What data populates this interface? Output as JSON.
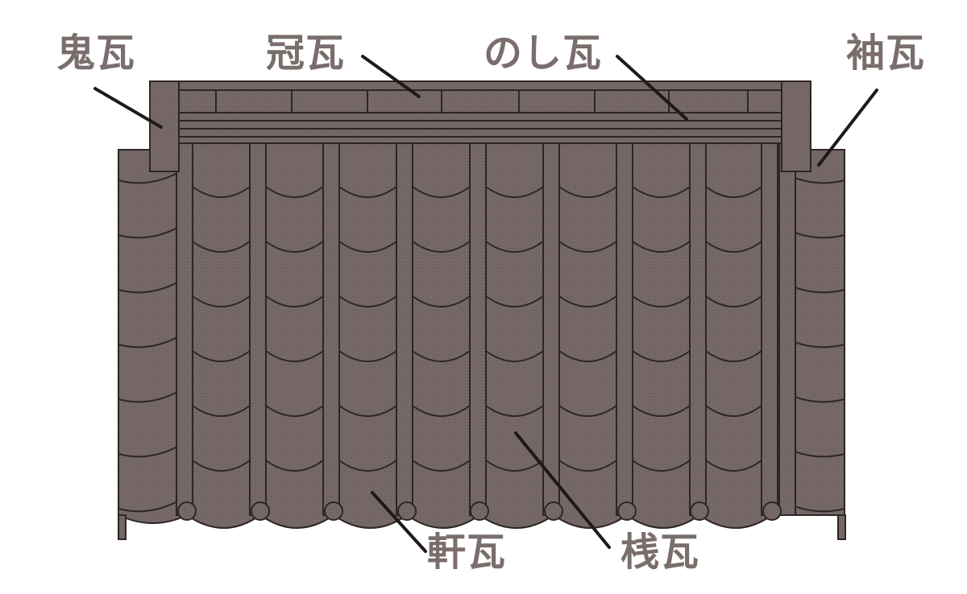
{
  "labels": {
    "onigawara": "鬼瓦",
    "kanmurigawara": "冠瓦",
    "noshigawara": "のし瓦",
    "sodegawara": "袖瓦",
    "nokigawara": "軒瓦",
    "sangawara": "桟瓦"
  },
  "colors": {
    "tile_fill": "#786b6a",
    "tile_line": "#2e2624",
    "label_text": "#7a6e6d",
    "leader_line": "#1e1a19",
    "background": "#ffffff"
  }
}
